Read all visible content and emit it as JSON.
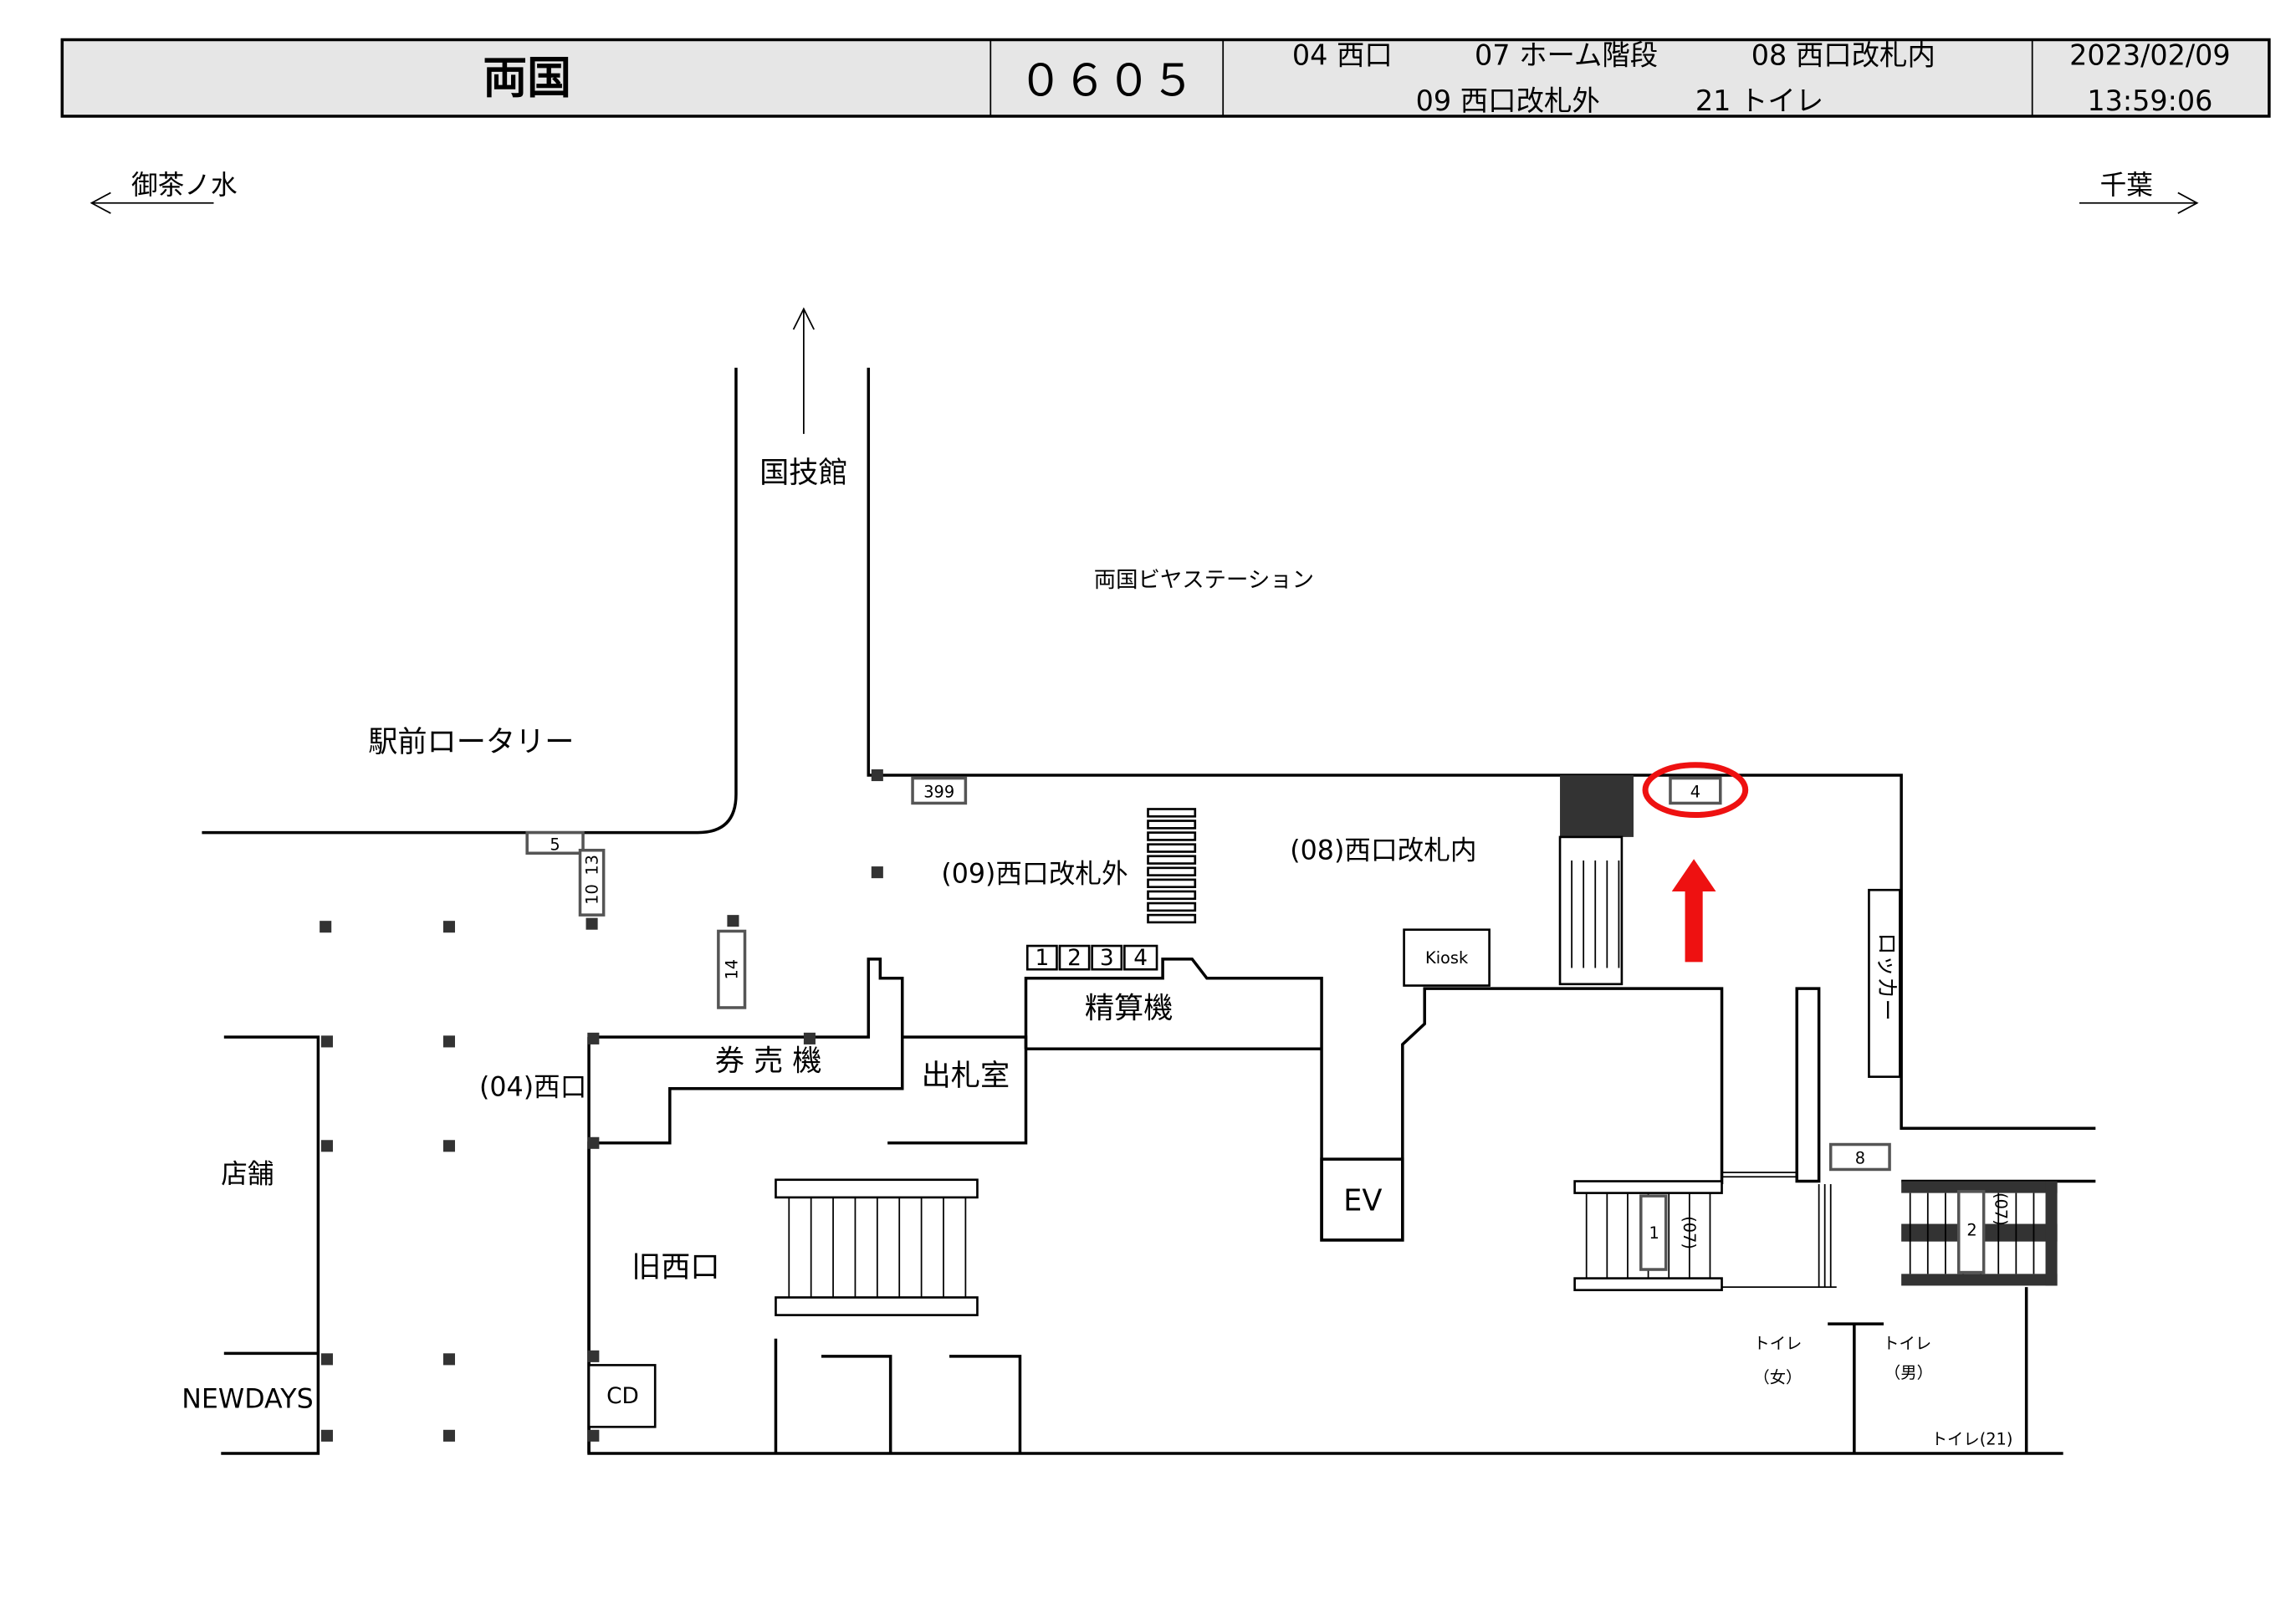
{
  "header": {
    "station": "両国",
    "code": "０６０５",
    "legend_row1": [
      "04 西口",
      "07 ホーム階段",
      "08 西口改札内"
    ],
    "legend_row2": [
      "09 西口改札外",
      "21 トイレ"
    ],
    "date": "2023/02/09",
    "time": "13:59:06"
  },
  "directions": {
    "left": "御茶ノ水",
    "right": "千葉",
    "up": "国技館"
  },
  "labels": {
    "rotary": "駅前ロータリー",
    "beer_station": "両国ビヤステーション",
    "gate_outside": "(09)西口改札外",
    "gate_inside": "(08)西口改札内",
    "west_exit": "(04)西口",
    "ticket_machines": "券 売 機",
    "fare_adjust": "精算機",
    "ticket_office": "出札室",
    "kiosk": "Kiosk",
    "locker": "ロッカー",
    "ev": "EV",
    "old_west_exit": "旧西口",
    "shop": "店舗",
    "newdays": "NEWDAYS",
    "cd": "CD",
    "toilet_f": "トイレ",
    "toilet_f_sub": "（女）",
    "toilet_m": "トイレ",
    "toilet_m_sub": "（男）",
    "toilet_21": "トイレ(21)",
    "stairs_07a": "(07)",
    "stairs_07b": "(07)"
  },
  "markers": {
    "m399": "399",
    "m5": "5",
    "m10": "10",
    "m13": "13",
    "m14": "14",
    "m1": "1",
    "m2": "2",
    "m3": "3",
    "m4": "4",
    "m4_highlight": "4",
    "m8": "8",
    "stair1": "1",
    "stair2": "2"
  },
  "colors": {
    "highlight": "#ee1111",
    "header_bg": "#e6e6e6"
  }
}
